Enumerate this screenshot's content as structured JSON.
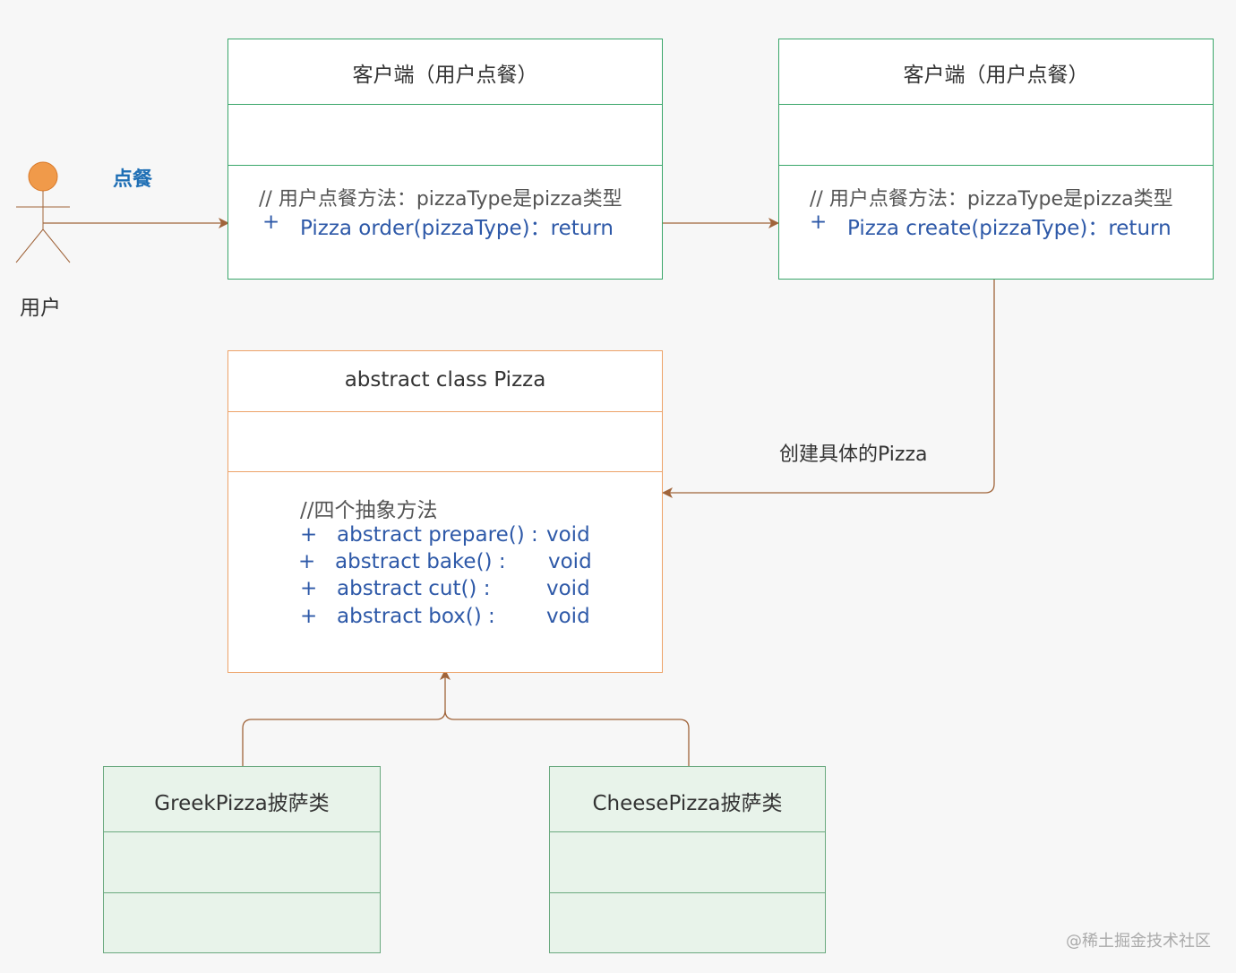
{
  "actor": {
    "name": "用户"
  },
  "order_label": "点餐",
  "create_label": "创建具体的Pizza",
  "client1": {
    "title": "客户端（用户点餐）",
    "comment": "// 用户点餐方法：pizzaType是pizza类型",
    "method": "Pizza order(pizzaType)：return",
    "plus": "+"
  },
  "client2": {
    "title": "客户端（用户点餐）",
    "comment": "// 用户点餐方法：pizzaType是pizza类型",
    "method": "Pizza create(pizzaType)：return",
    "plus": "+"
  },
  "pizza": {
    "title": "abstract class Pizza",
    "comment": "//四个抽象方法",
    "methods": [
      {
        "plus": "+",
        "name": "abstract prepare() :",
        "ret": "void"
      },
      {
        "plus": "+",
        "name": "abstract bake() :",
        "ret": "void"
      },
      {
        "plus": "+",
        "name": "abstract cut() :",
        "ret": "void"
      },
      {
        "plus": "+",
        "name": "abstract box() :",
        "ret": "void"
      }
    ]
  },
  "greek": {
    "title": "GreekPizza披萨类"
  },
  "cheese": {
    "title": "CheesePizza披萨类"
  },
  "watermark": "@稀土掘金技术社区",
  "colors": {
    "arrow": "#a0643a",
    "blue_text": "#2e59a8",
    "label_blue": "#1f6fb5",
    "actor_fill": "#f09a4a"
  }
}
